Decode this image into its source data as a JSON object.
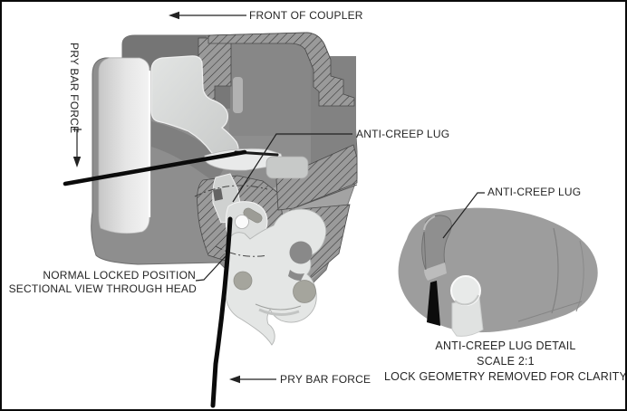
{
  "callouts": {
    "front_of_coupler": "FRONT OF COUPLER",
    "pry_bar_force_left": "PRY BAR FORCE",
    "anti_creep_lug": "ANTI-CREEP LUG",
    "normal_locked_line1": "NORMAL LOCKED POSITION",
    "normal_locked_line2": "SECTIONAL VIEW THROUGH HEAD",
    "pry_bar_force_bottom": "PRY BAR FORCE"
  },
  "detail_view": {
    "callout_anti_creep_lug": "ANTI-CREEP LUG",
    "caption_line1": "ANTI-CREEP LUG DETAIL",
    "caption_line2": "SCALE 2:1",
    "caption_line3": "LOCK GEOMETRY REMOVED FOR CLARITY"
  },
  "colors": {
    "background": "#ffffff",
    "frame_border": "#0a0a0a",
    "text": "#252525",
    "body_gray": "#8e8e8e",
    "cap_dark_gray": "#757575",
    "recess_gray": "#878787",
    "hatch_fill": "#9a9a9a",
    "hatch_line": "#303030",
    "light_part": "#dcdedd",
    "knuckle_light": "#e6e6e6",
    "pin_gray": "#a5a59d",
    "pry_bar_black": "#0b0b0b",
    "detail_blob_gray": "#9d9d9d",
    "lug_face_gray": "#8f8f8f"
  }
}
